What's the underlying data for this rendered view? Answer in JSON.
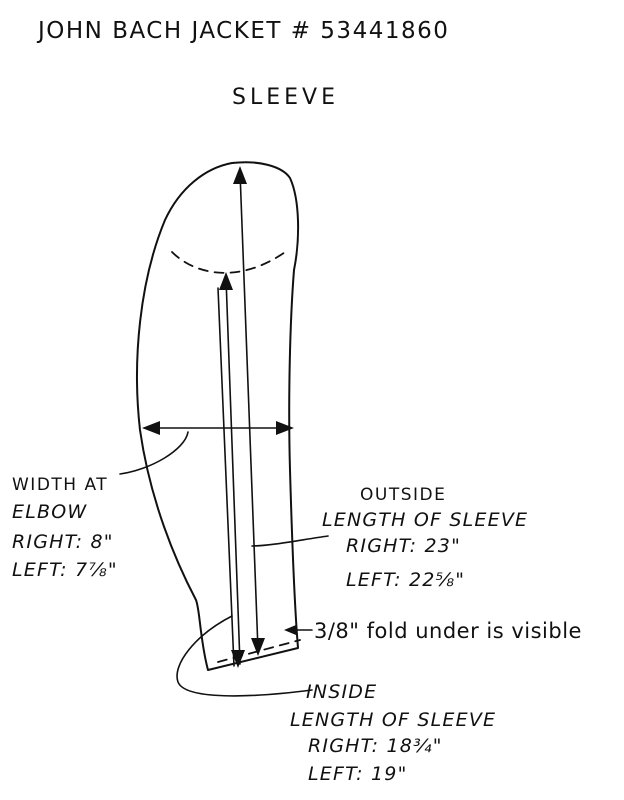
{
  "title": "JOHN BACH JACKET # 53441860",
  "subtitle": "SLEEVE",
  "width_at_elbow": {
    "heading_line1": "WIDTH AT",
    "heading_line2": "ELBOW",
    "right": "RIGHT: 8\"",
    "left": "LEFT: 7⅞\""
  },
  "outside_length": {
    "heading_line1": "OUTSIDE",
    "heading_line2": "LENGTH OF SLEEVE",
    "right": "RIGHT: 23\"",
    "left": "LEFT: 22⅝\""
  },
  "fold_note": "3/8\" fold under is visible",
  "inside_length": {
    "heading_line1": "INSIDE",
    "heading_line2": "LENGTH OF SLEEVE",
    "right": "RIGHT: 18¾\"",
    "left": "LEFT: 19\""
  }
}
